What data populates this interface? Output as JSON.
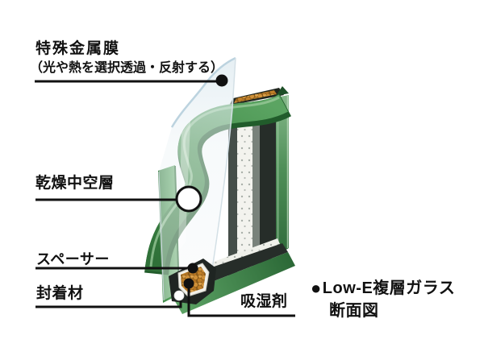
{
  "diagram": {
    "labels": {
      "metal_film": {
        "title": "特殊金属膜",
        "subtitle": "（光や熱を選択透過・反射する）"
      },
      "air_layer": "乾燥中空層",
      "spacer": "スペーサー",
      "sealant": "封着材",
      "desiccant": "吸湿剤"
    },
    "caption": {
      "bullet": "●",
      "title": "Low-E複層ガラス",
      "subtitle": "断面図"
    },
    "colors": {
      "ribbon_green": "#3f8a47",
      "ribbon_dark": "#215c2b",
      "ribbon_highlight": "#9ccb9c",
      "pane_edge_green": "#4a9350",
      "side_face_green": "#5e9c65",
      "frame_dark": "#262d29",
      "sealant_dark": "#1f2522",
      "spacer_white": "#f3f3ee",
      "desiccant_orange": "#c98c34",
      "glass_tint": "#dce9ef",
      "leader_color": "#111111",
      "text_color": "#111111"
    }
  }
}
